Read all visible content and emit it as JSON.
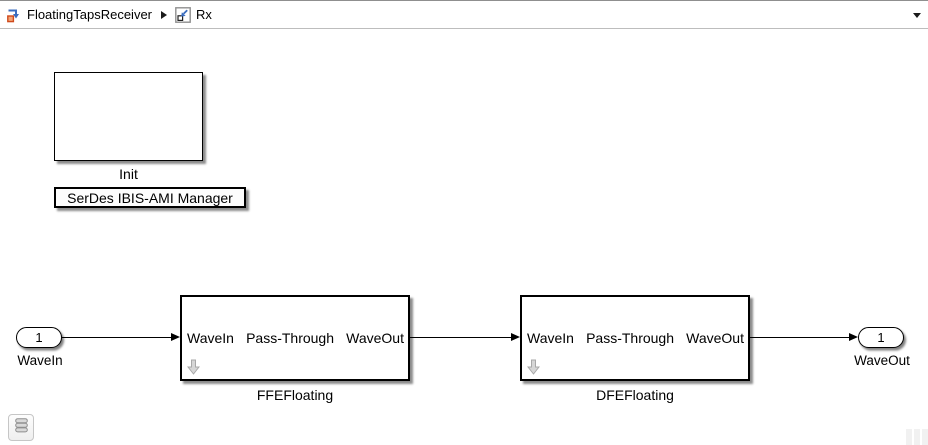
{
  "breadcrumb": {
    "model": "FloatingTapsReceiver",
    "subsystem": "Rx"
  },
  "canvas": {
    "init_block_label": "Init",
    "manager_block_label": "SerDes IBIS-AMI Manager",
    "input_port": {
      "number": "1",
      "label": "WaveIn"
    },
    "output_port": {
      "number": "1",
      "label": "WaveOut"
    },
    "ffe_block": {
      "in_label": "WaveIn",
      "center_label": "Pass-Through",
      "out_label": "WaveOut",
      "name_label": "FFEFloating"
    },
    "dfe_block": {
      "in_label": "WaveIn",
      "center_label": "Pass-Through",
      "out_label": "WaveOut",
      "name_label": "DFEFloating"
    }
  },
  "colors": {
    "canvas_bg": "#ffffff",
    "block_border": "#000000",
    "icon_blue": "#3b6dbf",
    "icon_orange": "#e06a1f",
    "shadow": "rgba(0,0,0,0.45)",
    "badge_gray": "#d6d6d6"
  }
}
